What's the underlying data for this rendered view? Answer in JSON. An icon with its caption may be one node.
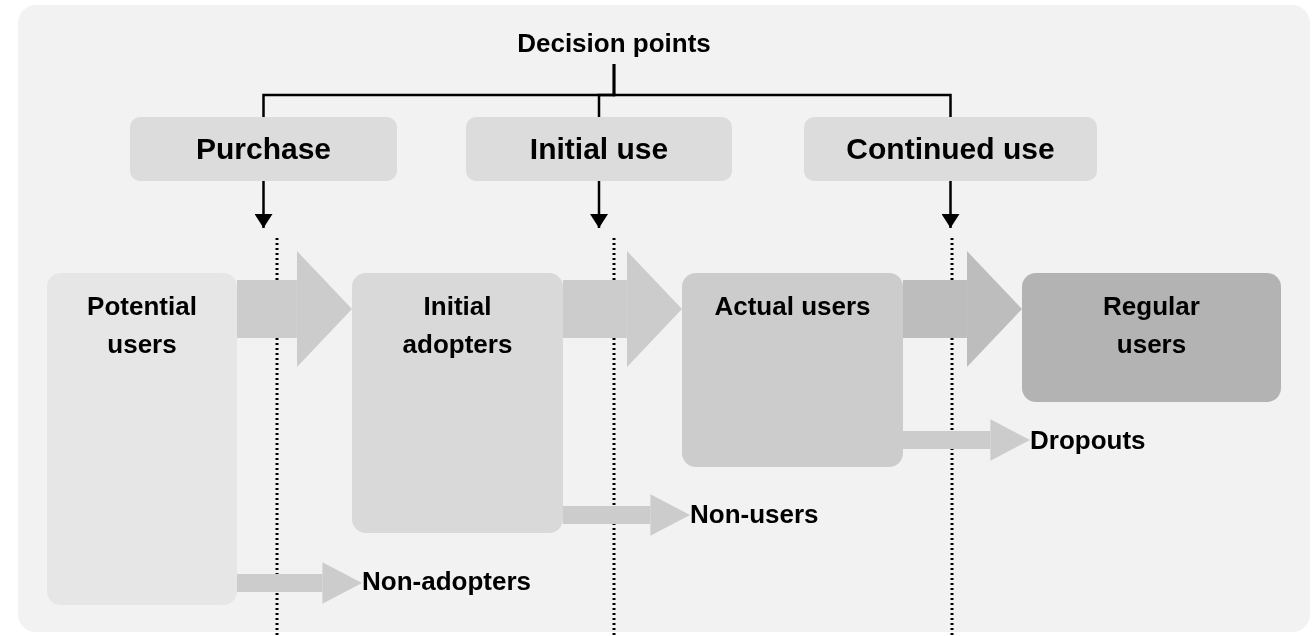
{
  "diagram": {
    "nodes": [
      {
        "text": [
          "Decision points"
        ]
      },
      {
        "text": [
          "Purchase"
        ]
      },
      {
        "text": [
          "Initial use"
        ]
      },
      {
        "text": [
          "Continued use"
        ]
      },
      {
        "text": [
          "Potential users"
        ]
      },
      {
        "text": [
          "Initial adopters"
        ]
      },
      {
        "text": [
          "Actual users"
        ]
      },
      {
        "text": [
          "Regular users"
        ]
      },
      {
        "text": [
          "Non-adopters"
        ]
      },
      {
        "text": [
          "Non-users"
        ]
      },
      {
        "text": [
          "Dropouts"
        ]
      }
    ],
    "edges": [
      {
        "from": 0,
        "to": 1,
        "arrow": "none"
      },
      {
        "from": 0,
        "to": 2,
        "arrow": "none"
      },
      {
        "from": 0,
        "to": 3,
        "arrow": "none"
      },
      {
        "from": 1,
        "to": null,
        "arrow": "to"
      },
      {
        "from": 2,
        "to": null,
        "arrow": "to"
      },
      {
        "from": 3,
        "to": null,
        "arrow": "to"
      },
      {
        "from": 4,
        "to": 5,
        "arrow": "to",
        "style": "thick",
        "color": "#cccccc"
      },
      {
        "from": 5,
        "to": 6,
        "arrow": "to",
        "style": "thick",
        "color": "#cccccc"
      },
      {
        "from": 6,
        "to": 7,
        "arrow": "to",
        "style": "thick",
        "color": "#bdbdbd"
      },
      {
        "from": 4,
        "to": 8,
        "arrow": "to",
        "style": "thick",
        "color": "#cccccc"
      },
      {
        "from": 5,
        "to": 9,
        "arrow": "to",
        "style": "thick",
        "color": "#cccccc"
      },
      {
        "from": 6,
        "to": 10,
        "arrow": "to",
        "style": "thick",
        "color": "#cccccc"
      }
    ]
  }
}
